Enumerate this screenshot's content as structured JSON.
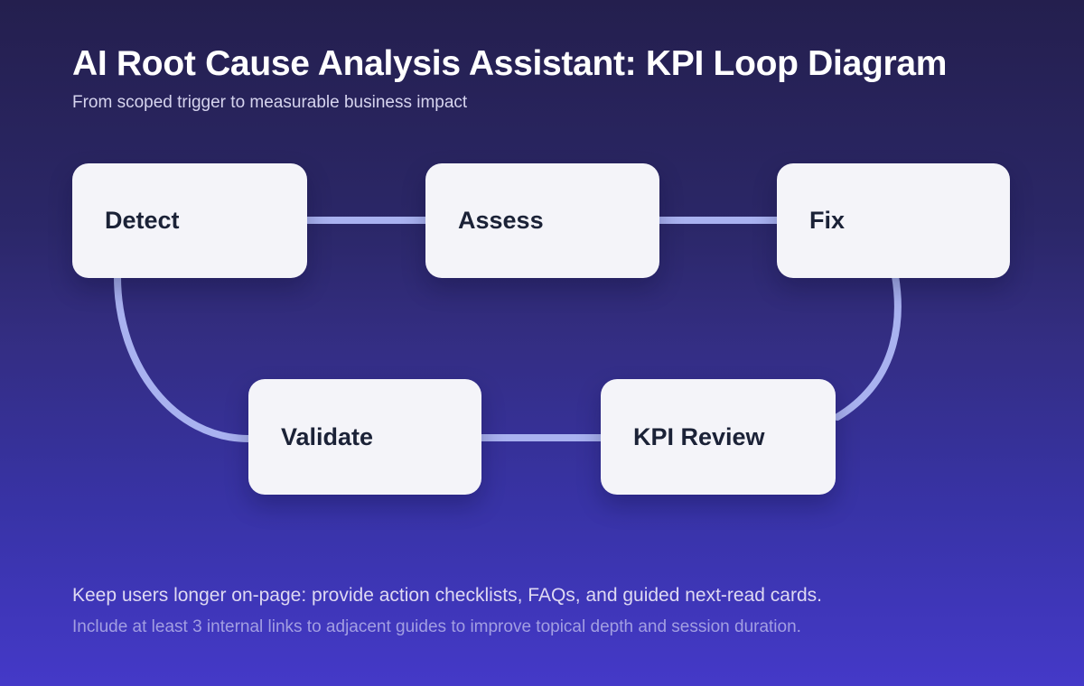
{
  "header": {
    "title": "AI Root Cause Analysis Assistant: KPI Loop Diagram",
    "subtitle": "From scoped trigger to measurable business impact"
  },
  "diagram": {
    "type": "flow-loop",
    "nodes": [
      {
        "id": "detect",
        "label": "Detect"
      },
      {
        "id": "assess",
        "label": "Assess"
      },
      {
        "id": "fix",
        "label": "Fix"
      },
      {
        "id": "validate",
        "label": "Validate"
      },
      {
        "id": "kpi-review",
        "label": "KPI Review"
      }
    ],
    "flow_order": [
      "Detect",
      "Assess",
      "Fix",
      "KPI Review",
      "Validate",
      "Detect"
    ],
    "connections": [
      {
        "from": "detect",
        "to": "assess"
      },
      {
        "from": "assess",
        "to": "fix"
      },
      {
        "from": "fix",
        "to": "kpi-review"
      },
      {
        "from": "kpi-review",
        "to": "validate"
      },
      {
        "from": "validate",
        "to": "detect"
      }
    ]
  },
  "footer": {
    "line1": "Keep users longer on-page: provide action checklists, FAQs, and guided next-read cards.",
    "line2": "Include at least 3 internal links to adjacent guides to improve topical depth and session duration."
  },
  "colors": {
    "bg_top": "#241f4e",
    "bg_mid": "#332d80",
    "bg_bottom": "#4439c8",
    "node_bg": "#f4f4f9",
    "node_text": "#1b2237",
    "connector": "#a9b2f0",
    "title_text": "#ffffff",
    "subtitle_text": "#d6d4ee",
    "footer_primary": "#ded9f2",
    "footer_secondary": "#a29ee2"
  }
}
